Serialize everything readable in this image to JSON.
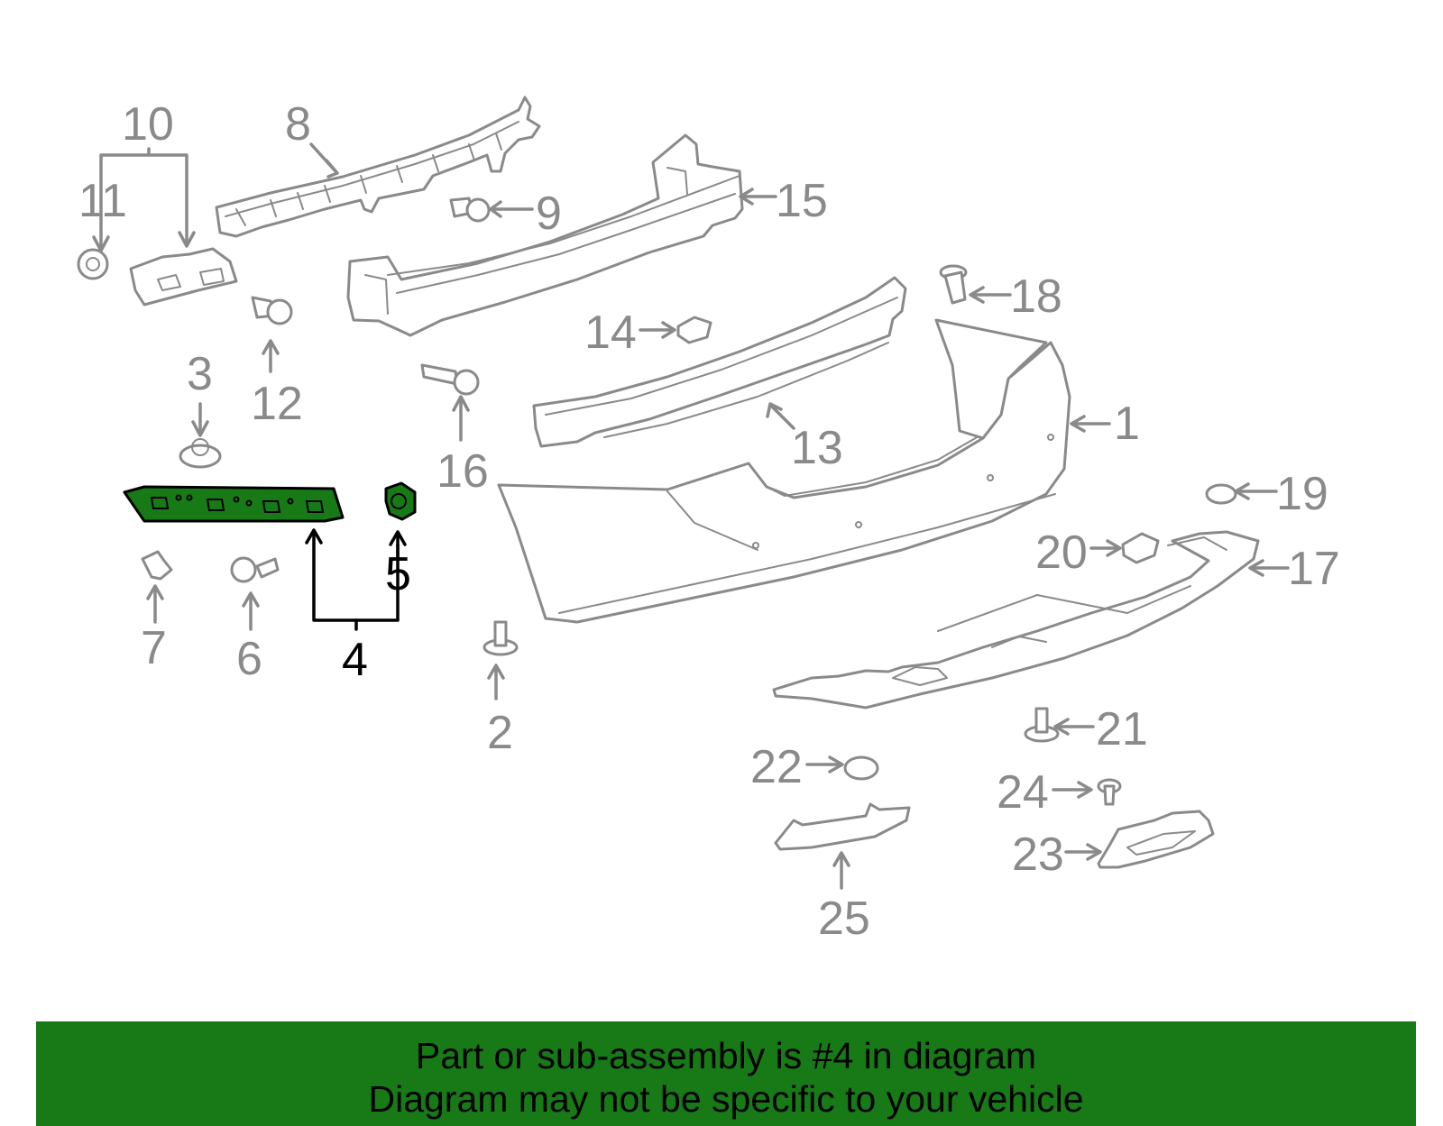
{
  "colors": {
    "highlight": "#177a17",
    "line_gray": "#8a8a8a",
    "banner_background": "#177a17",
    "text_black": "#000000"
  },
  "callouts": {
    "c1": "1",
    "c2": "2",
    "c3": "3",
    "c4": "4",
    "c5": "5",
    "c6": "6",
    "c7": "7",
    "c8": "8",
    "c9": "9",
    "c10": "10",
    "c11": "11",
    "c12": "12",
    "c13": "13",
    "c14": "14",
    "c15": "15",
    "c16": "16",
    "c17": "17",
    "c18": "18",
    "c19": "19",
    "c20": "20",
    "c21": "21",
    "c22": "22",
    "c23": "23",
    "c24": "24",
    "c25": "25"
  },
  "highlighted_parts": [
    "4",
    "5"
  ],
  "banner": {
    "line1": "Part or sub-assembly is #4 in diagram",
    "line2": "Diagram may not be specific to your vehicle"
  }
}
